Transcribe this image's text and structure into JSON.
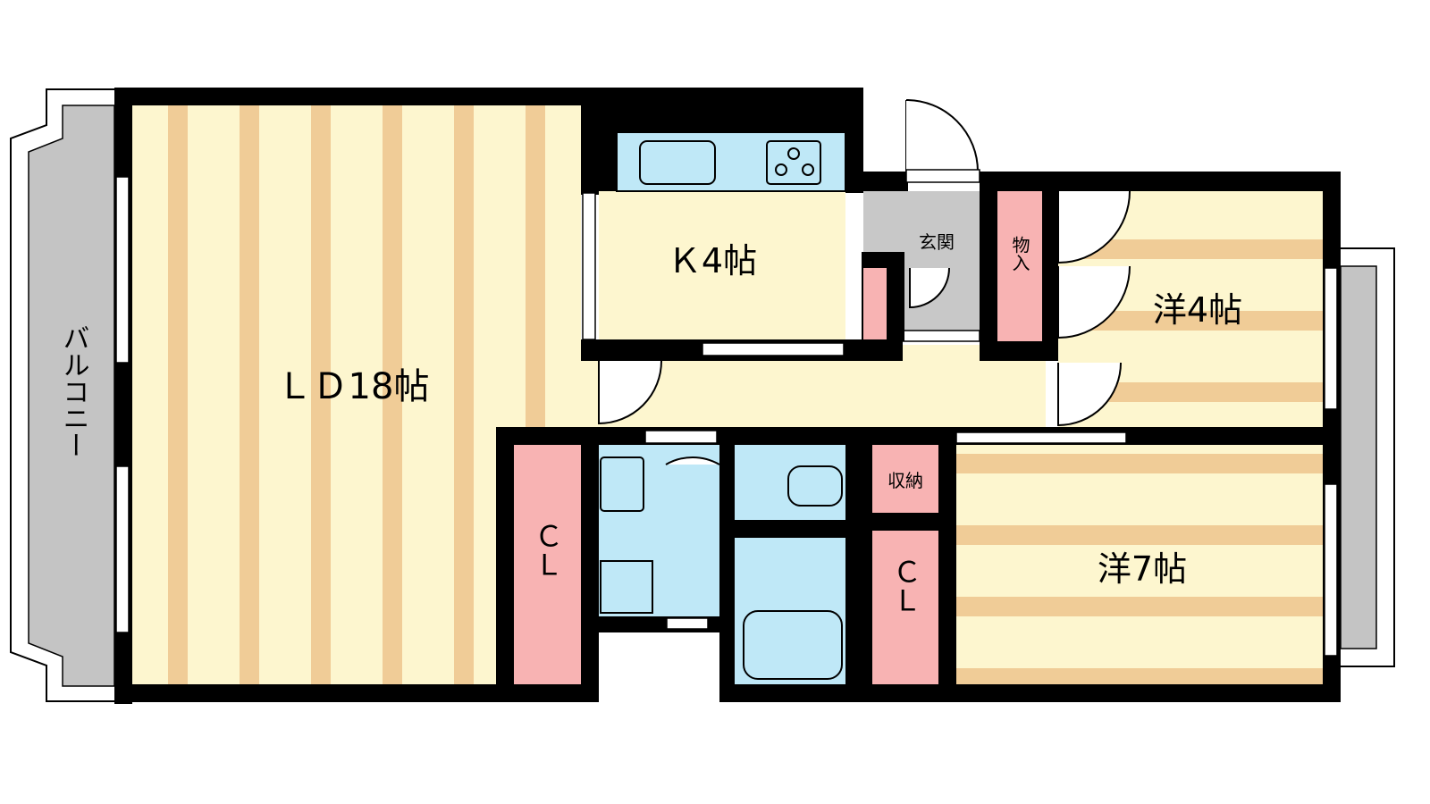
{
  "rooms": {
    "ld": "ＬＤ18帖",
    "kitchen": "Ｋ4帖",
    "western_4": "洋4帖",
    "western_7": "洋7帖",
    "entrance": "玄関",
    "storage": "収納",
    "cl_left": "ＣＬ",
    "cl_right": "ＣＬ",
    "closet_top": "物入",
    "balcony": "バルコニー"
  },
  "colors": {
    "wall": "#000000",
    "floor_light": "#fdf6cf",
    "floor_stripe": "#f0cc97",
    "wet_area": "#bfe8f7",
    "closet": "#f8b3b3",
    "entrance_floor": "#c8c8c8",
    "balcony": "#c4c4c4"
  }
}
